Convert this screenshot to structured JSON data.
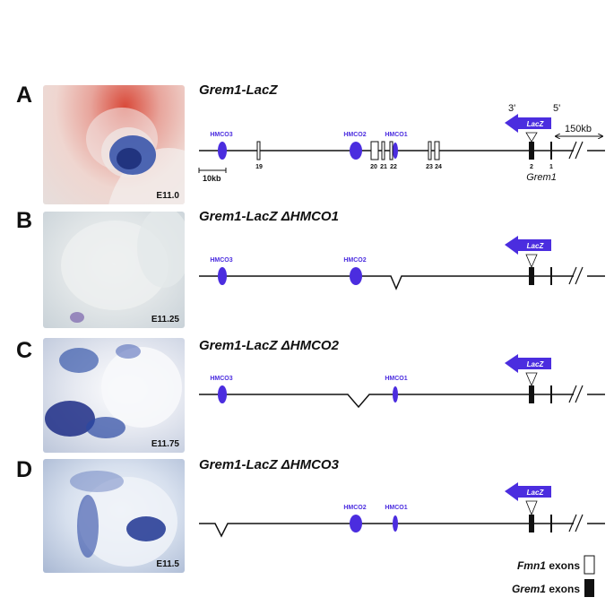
{
  "colors": {
    "enhancer": "#4b2ddf",
    "lacz": "#4b2ddf",
    "line": "#111111"
  },
  "panels": [
    {
      "letter": "A",
      "title": "Grem1-LacZ",
      "stage": "E11.0"
    },
    {
      "letter": "B",
      "title": "Grem1-LacZ ΔHMCO1",
      "stage": "E11.25"
    },
    {
      "letter": "C",
      "title": "Grem1-LacZ ΔHMCO2",
      "stage": "E11.75"
    },
    {
      "letter": "D",
      "title": "Grem1-LacZ ΔHMCO3",
      "stage": "E11.5"
    }
  ],
  "elements": {
    "hmco1": "HMCO1",
    "hmco2": "HMCO2",
    "hmco3": "HMCO3",
    "lacz": "LacZ",
    "exons_fmn1": [
      "19",
      "20",
      "21",
      "22",
      "23",
      "24"
    ],
    "exons_grem1": [
      "2",
      "1"
    ],
    "grem1_label": "Grem1",
    "prime3": "3'",
    "prime5": "5'",
    "scale_10kb": "10kb",
    "scale_150kb": "150kb"
  },
  "legend": {
    "fmn1_name": "Fmn1",
    "fmn1_suffix": " exons",
    "grem1_name": "Grem1",
    "grem1_suffix": " exons"
  }
}
